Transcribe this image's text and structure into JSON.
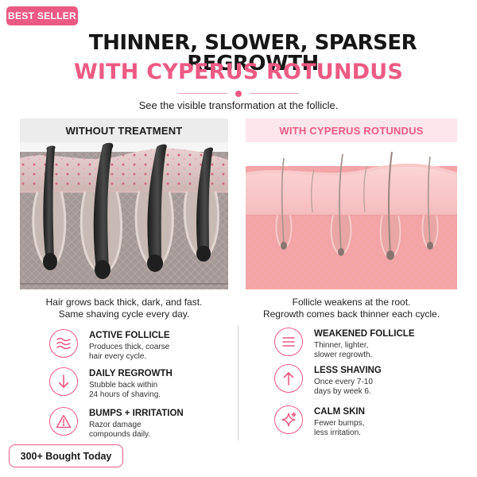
{
  "badge": "BEST SELLER",
  "title_line1": "THINNER, SLOWER, SPARSER REGROWTH",
  "title_line2": "WITH CYPERUS ROTUNDUS",
  "tagline": "See the visible transformation at the follicle.",
  "left": {
    "heading": "WITHOUT TREATMENT",
    "caption_line1": "Hair grows back thick, dark, and fast.",
    "caption_line2": "Same shaving cycle every day.",
    "features": [
      {
        "icon": "wavy-lines-icon",
        "title": "ACTIVE FOLLICLE",
        "line1": "Produces thick, coarse",
        "line2": "hair every cycle."
      },
      {
        "icon": "arrow-down-icon",
        "title": "DAILY REGROWTH",
        "line1": "Stubble back within",
        "line2": "24 hours of shaving."
      },
      {
        "icon": "warning-triangle-icon",
        "title": "BUMPS + IRRITATION",
        "line1": "Razor damage",
        "line2": "compounds daily."
      }
    ]
  },
  "right": {
    "heading": "WITH CYPERUS ROTUNDUS",
    "caption_line1": "Follicle weakens at the root.",
    "caption_line2": "Regrowth comes back thinner each cycle.",
    "features": [
      {
        "icon": "lines-circle-icon",
        "title": "WEAKENED FOLLICLE",
        "line1": "Thinner, lighter,",
        "line2": "slower regrowth."
      },
      {
        "icon": "arrow-up-icon",
        "title": "LESS SHAVING",
        "line1": "Once every 7-10",
        "line2": "days by week 6."
      },
      {
        "icon": "sparkle-icon",
        "title": "CALM SKIN",
        "line1": "Fewer bumps,",
        "line2": "less irritation."
      }
    ]
  },
  "social_proof": "300+ Bought Today",
  "colors": {
    "accent": "#ec5a83",
    "accent_light": "#fde6ec",
    "neutral_header": "#ececec"
  }
}
